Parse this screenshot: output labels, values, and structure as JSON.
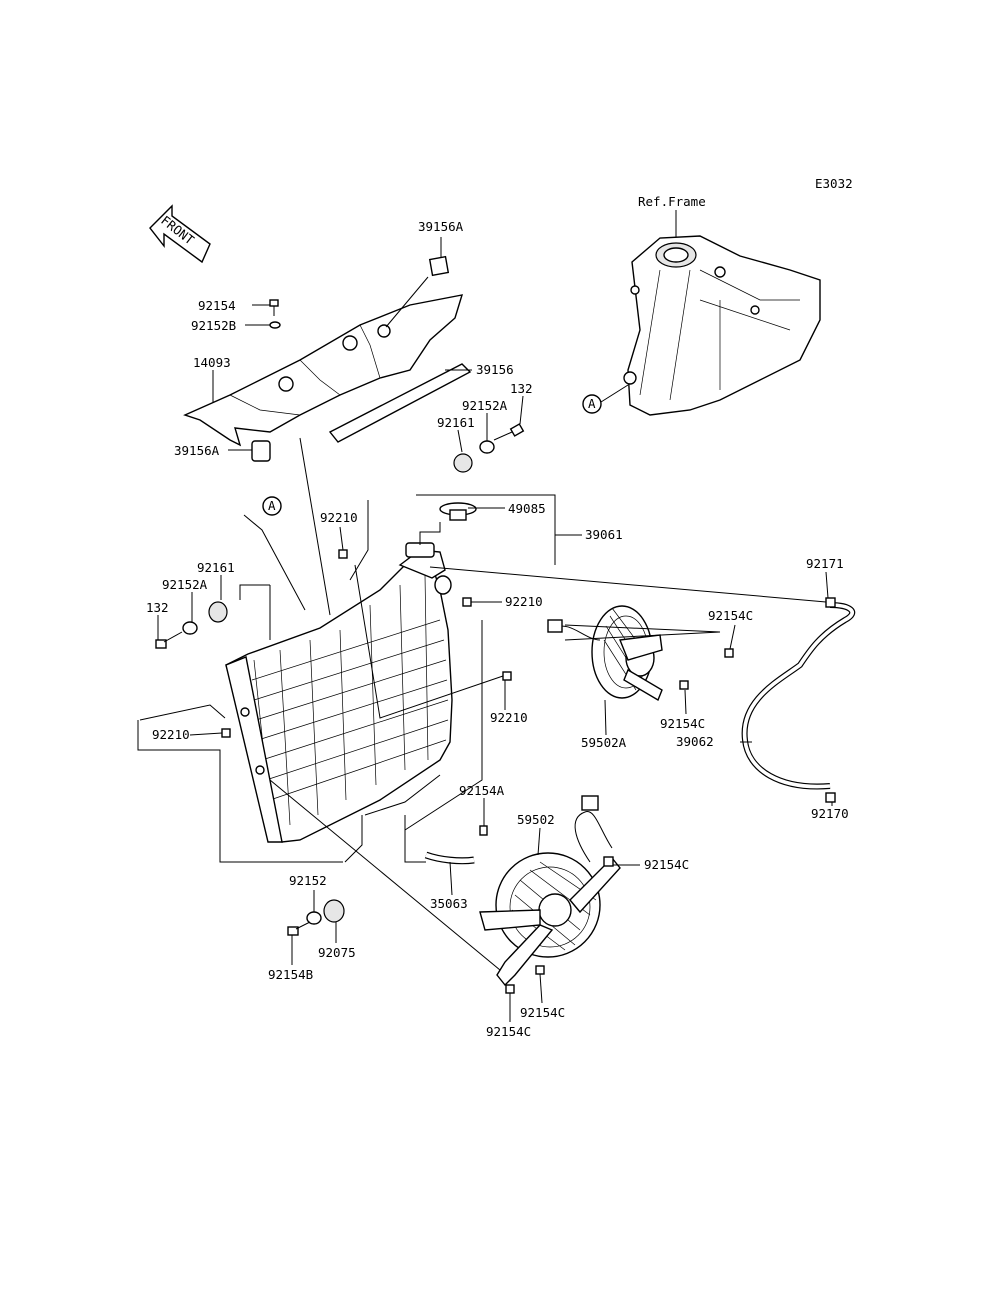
{
  "diagram_code": "E3032",
  "ref_frame_label": "Ref.Frame",
  "front_label": "FRONT",
  "ref_marker": "A",
  "labels": {
    "p39156A_top": "39156A",
    "p92154_top": "92154",
    "p92152B": "92152B",
    "p14093": "14093",
    "p39156": "39156",
    "p132_top": "132",
    "p92152A_top": "92152A",
    "p92161_top": "92161",
    "p39156A_low": "39156A",
    "p49085": "49085",
    "p39061": "39061",
    "p92210_a": "92210",
    "p92161_left": "92161",
    "p92152A_left": "92152A",
    "p132_left": "132",
    "p92210_b": "92210",
    "p92171": "92171",
    "p92154C_a": "92154C",
    "p92210_c": "92210",
    "p92154C_b": "92154C",
    "p59502A": "59502A",
    "p92210_left": "92210",
    "p39062": "39062",
    "p92170": "92170",
    "p92154A": "92154A",
    "p59502": "59502",
    "p92154C_c": "92154C",
    "p35063": "35063",
    "p92152": "92152",
    "p92075": "92075",
    "p92154B": "92154B",
    "p92154C_d": "92154C",
    "p92154C_e": "92154C"
  }
}
